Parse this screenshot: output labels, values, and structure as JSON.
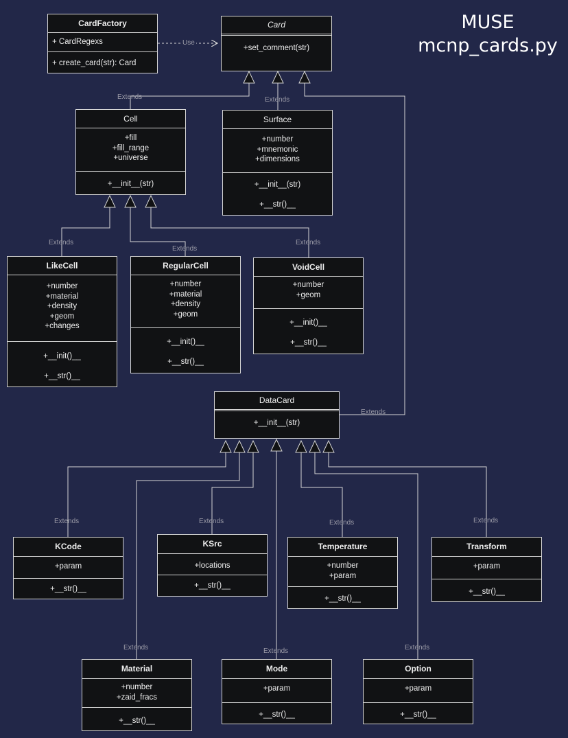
{
  "title": {
    "line1": "MUSE",
    "line2": "mcnp_cards.py"
  },
  "classes": {
    "card_factory": {
      "name": "CardFactory",
      "attributes": [
        "+ CardRegexs"
      ],
      "methods": [
        "+ create_card(str): Card"
      ]
    },
    "card": {
      "name": "Card",
      "methods": [
        "+set_comment(str)"
      ]
    },
    "cell": {
      "name": "Cell",
      "attributes": [
        "+fill",
        "+fill_range",
        "+universe"
      ],
      "methods": [
        "+__init__(str)"
      ]
    },
    "surface": {
      "name": "Surface",
      "attributes": [
        "+number",
        "+mnemonic",
        "+dimensions"
      ],
      "methods": [
        "+__init__(str)",
        "+__str()__"
      ]
    },
    "like_cell": {
      "name": "LikeCell",
      "attributes": [
        "+number",
        "+material",
        "+density",
        "+geom",
        "+changes"
      ],
      "methods": [
        "+__init()__",
        "+__str()__"
      ]
    },
    "regular_cell": {
      "name": "RegularCell",
      "attributes": [
        "+number",
        "+material",
        "+density",
        "+geom"
      ],
      "methods": [
        "+__init()__",
        "+__str()__"
      ]
    },
    "void_cell": {
      "name": "VoidCell",
      "attributes": [
        "+number",
        "+geom"
      ],
      "methods": [
        "+__init()__",
        "+__str()__"
      ]
    },
    "data_card": {
      "name": "DataCard",
      "methods": [
        "+__init__(str)"
      ]
    },
    "kcode": {
      "name": "KCode",
      "attributes": [
        "+param"
      ],
      "methods": [
        "+__str()__"
      ]
    },
    "ksrc": {
      "name": "KSrc",
      "attributes": [
        "+locations"
      ],
      "methods": [
        "+__str()__"
      ]
    },
    "temperature": {
      "name": "Temperature",
      "attributes": [
        "+number",
        "+param"
      ],
      "methods": [
        "+__str()__"
      ]
    },
    "transform": {
      "name": "Transform",
      "attributes": [
        "+param"
      ],
      "methods": [
        "+__str()__"
      ]
    },
    "material": {
      "name": "Material",
      "attributes": [
        "+number",
        "+zaid_fracs"
      ],
      "methods": [
        "+__str()__"
      ]
    },
    "mode": {
      "name": "Mode",
      "attributes": [
        "+param"
      ],
      "methods": [
        "+__str()__"
      ]
    },
    "option": {
      "name": "Option",
      "attributes": [
        "+param"
      ],
      "methods": [
        "+__str()__"
      ]
    }
  },
  "relation_labels": {
    "use": "Use",
    "extends": "Extends"
  }
}
